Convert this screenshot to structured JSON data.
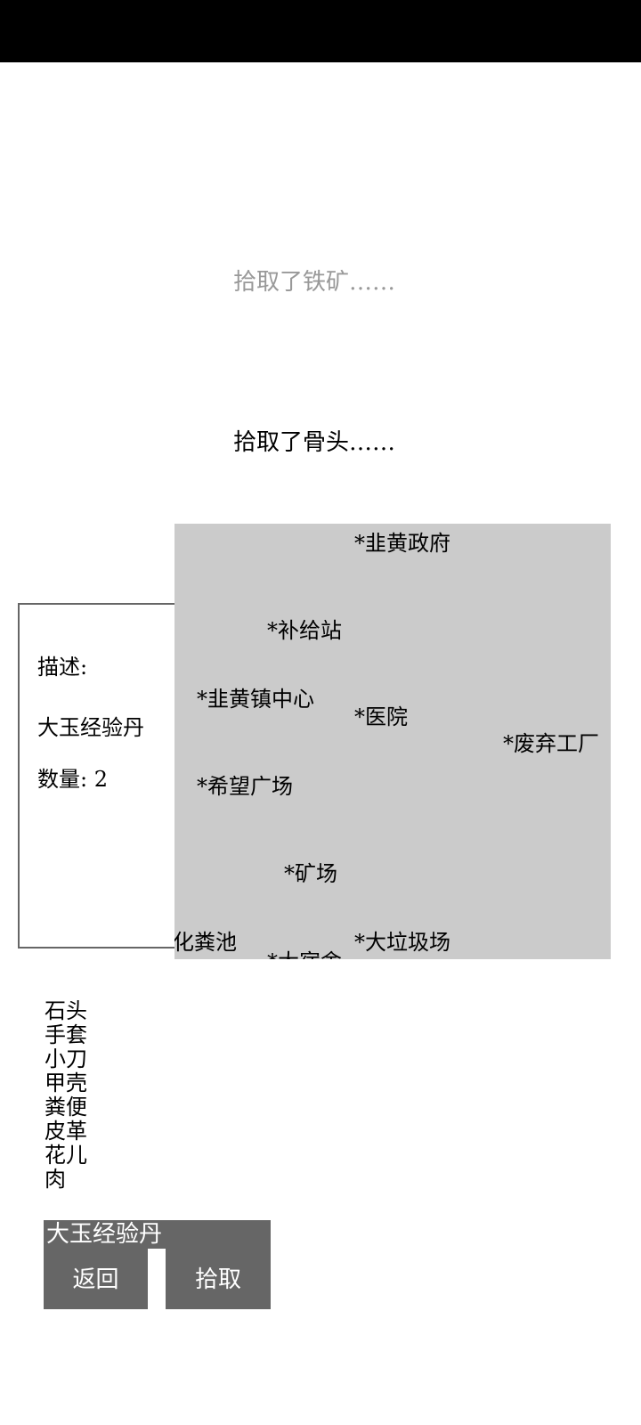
{
  "log": [
    "拾取了铁矿……",
    "拾取了骨头……"
  ],
  "description": {
    "label": "描述:",
    "item": "大玉经验丹",
    "quantity": "数量: 2"
  },
  "map": [
    "*韭黄政府",
    "*补给站",
    "*韭黄镇中心",
    "*医院",
    "*废弃工厂",
    "*希望广场",
    "*矿场",
    "*化粪池",
    "*大宿舍",
    "*大垃圾场"
  ],
  "items": [
    "石头",
    "手套",
    "小刀",
    "甲壳",
    "粪便",
    "皮革",
    "花儿",
    "肉"
  ],
  "selected": "大玉经验丹",
  "buttons": {
    "back": "返回",
    "pick": "拾取"
  }
}
